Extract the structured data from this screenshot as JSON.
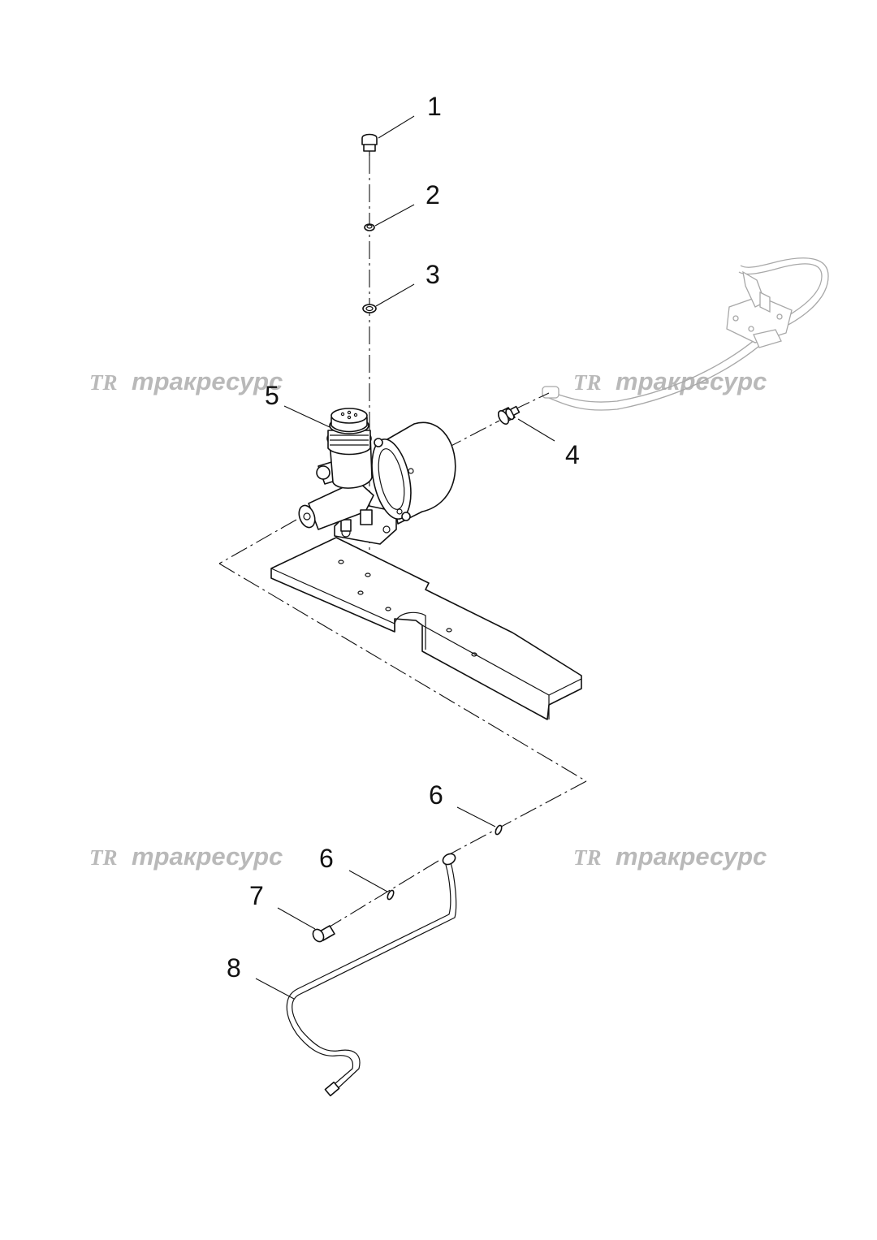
{
  "watermark": {
    "logo": "TR",
    "text": "тракресурс"
  },
  "callouts": [
    {
      "id": "1",
      "label": "1"
    },
    {
      "id": "2",
      "label": "2"
    },
    {
      "id": "3",
      "label": "3"
    },
    {
      "id": "4",
      "label": "4"
    },
    {
      "id": "5",
      "label": "5"
    },
    {
      "id": "6a",
      "label": "6"
    },
    {
      "id": "6b",
      "label": "6"
    },
    {
      "id": "7",
      "label": "7"
    },
    {
      "id": "8",
      "label": "8"
    }
  ]
}
